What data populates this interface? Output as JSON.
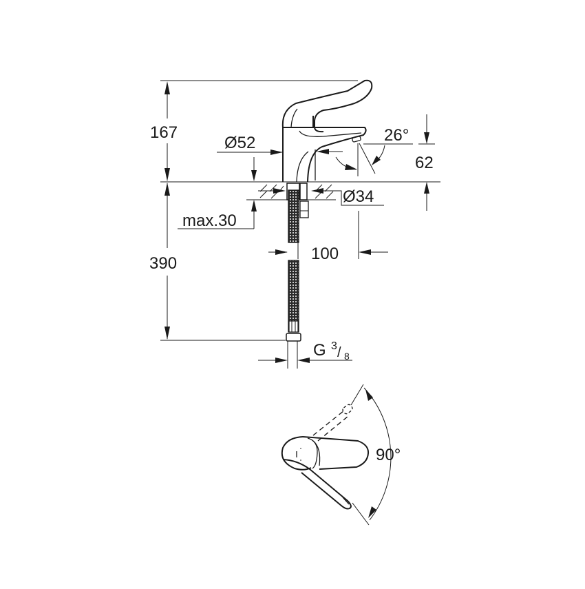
{
  "drawing": {
    "title": "Single-lever basin mixer technical drawing",
    "colors": {
      "line": "#1a1a1a",
      "background": "#ffffff"
    },
    "side_view": {
      "dimensions": {
        "total_height_above_deck": "167",
        "body_diameter": "Ø52",
        "spout_angle": "26°",
        "spout_height": "62",
        "mounting_hole_diameter": "Ø34",
        "max_deck_thickness": "max.30",
        "projection": "100",
        "hose_length": "390",
        "connection_thread_prefix": "G",
        "connection_thread_num": "3",
        "connection_thread_den": "8"
      }
    },
    "top_view": {
      "dimensions": {
        "lever_rotation": "90°"
      }
    }
  }
}
